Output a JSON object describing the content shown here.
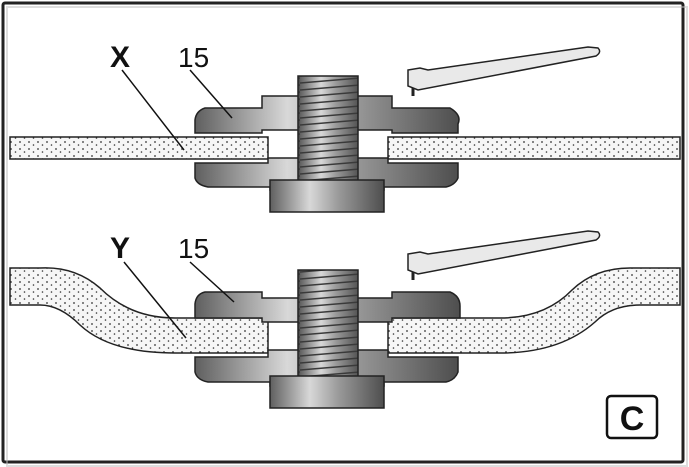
{
  "figure": {
    "panel_letter": "C",
    "top": {
      "callout_letter": "X",
      "callout_number": "15"
    },
    "bottom": {
      "callout_letter": "Y",
      "callout_number": "15"
    }
  },
  "colors": {
    "frame": "#222222",
    "metal_dark": "#6e6e6e",
    "metal_light": "#c9c9c9",
    "disc_fill": "#f4f4f4",
    "dots": "#333333"
  },
  "icons": [
    "flat-disc",
    "depressed-center-disc",
    "clamp-nut",
    "spindle-bolt",
    "backing-flange",
    "pin-spanner-wrench"
  ]
}
